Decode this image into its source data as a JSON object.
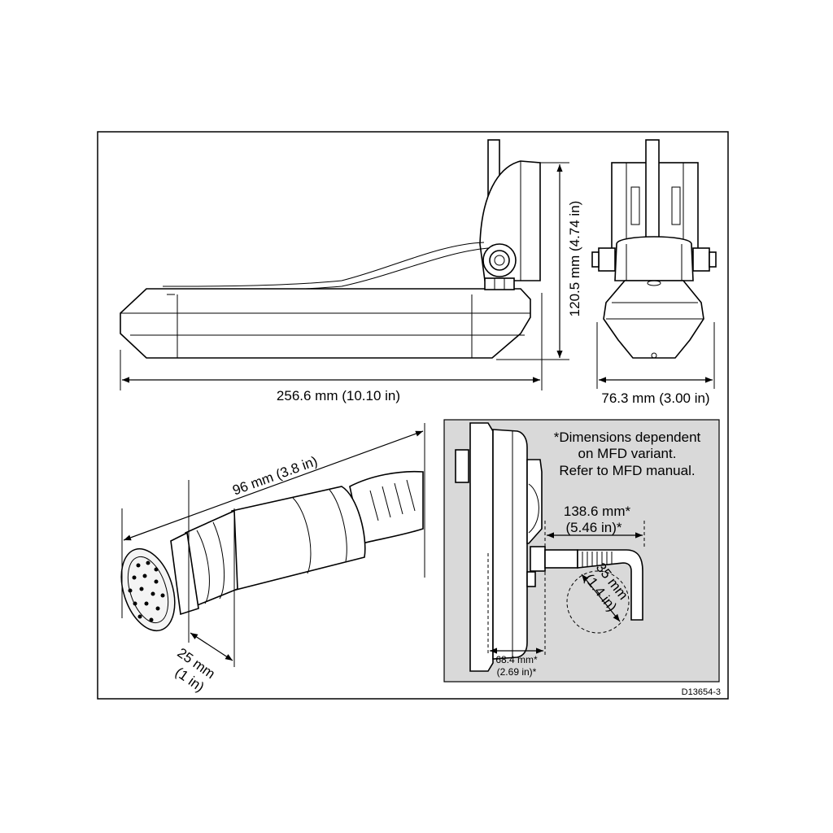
{
  "drawing": {
    "id": "D13654-3",
    "colors": {
      "line": "#000000",
      "background": "#ffffff",
      "inset_fill": "#d9d9d9"
    }
  },
  "side_view": {
    "length": "256.6 mm (10.10 in)",
    "height": "120.5 mm (4.74 in)"
  },
  "end_view": {
    "width": "76.3 mm (3.00 in)"
  },
  "connector": {
    "length": "96 mm (3.8 in)",
    "diameter_mm": "25 mm",
    "diameter_in": "(1 in)"
  },
  "mfd_inset": {
    "note": [
      "*Dimensions dependent",
      "on MFD variant.",
      "Refer to MFD manual."
    ],
    "clearance_mm": "138.6 mm*",
    "clearance_in": "(5.46 in)*",
    "bend_mm": "35 mm",
    "bend_in": "(1.4 in)",
    "depth_mm": "68.4 mm*",
    "depth_in": "(2.69 in)*"
  }
}
